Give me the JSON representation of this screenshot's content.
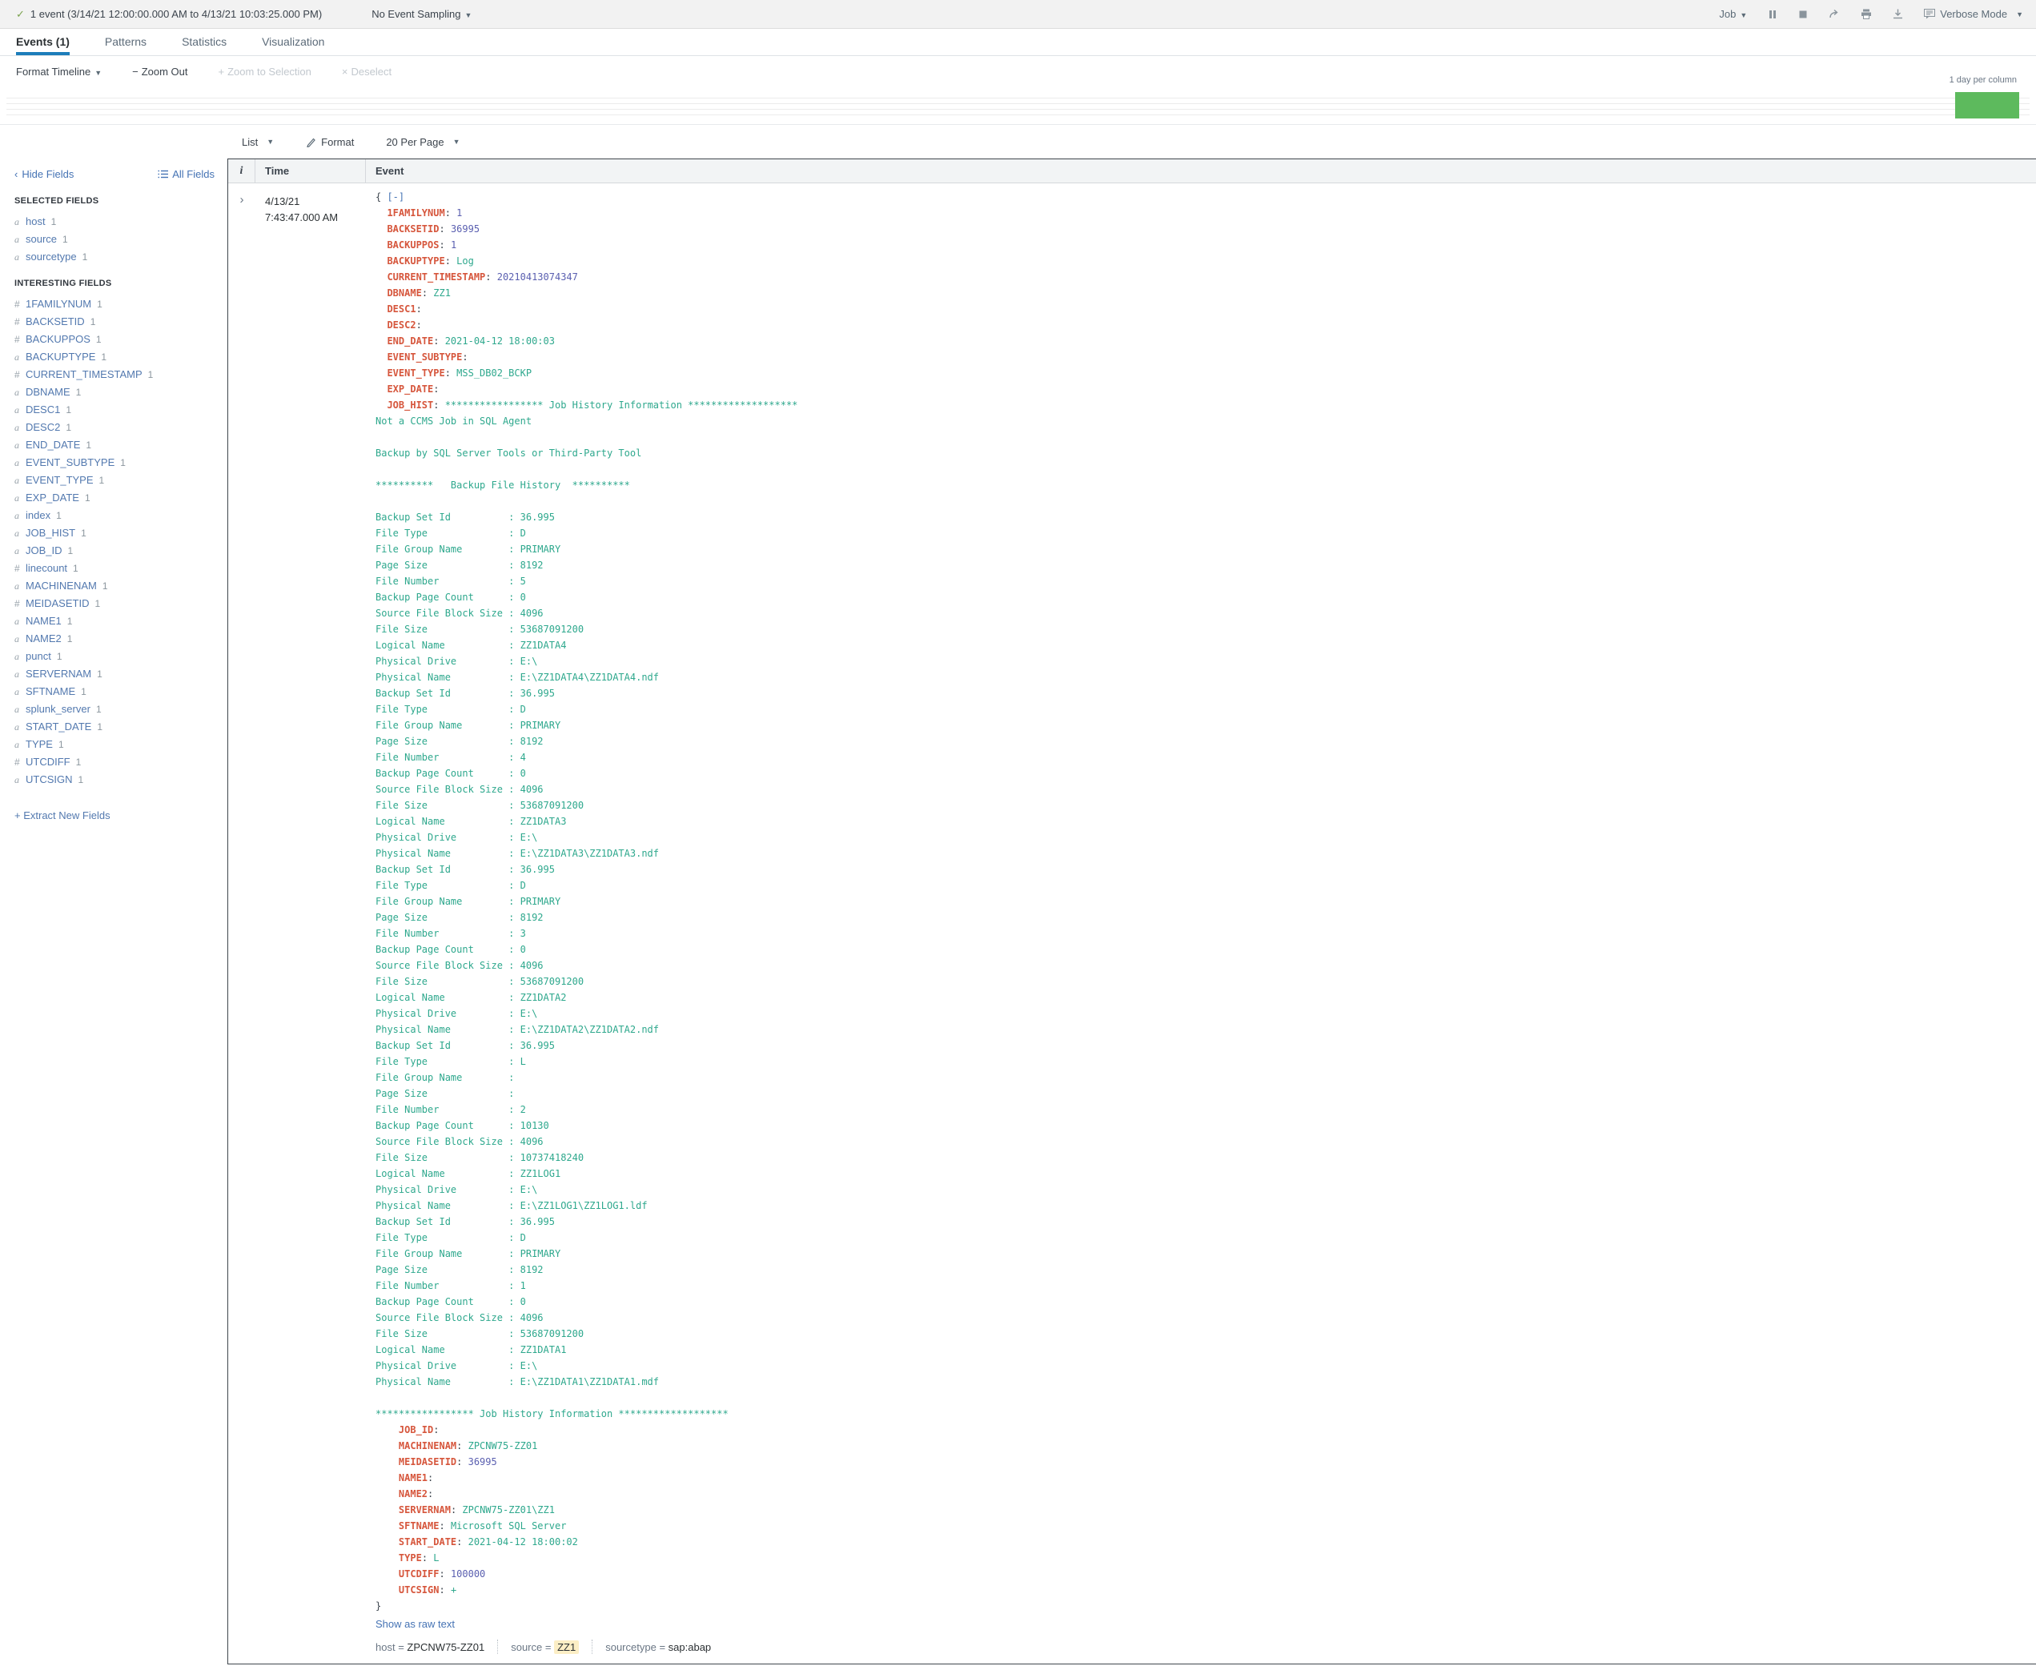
{
  "colors": {
    "accent_green": "#5dba5d",
    "tab_underline_blue": "#1c7dba",
    "json_key_red": "#d6563c",
    "json_string_teal": "#2ea88d",
    "json_number_indigo": "#5a5fb0",
    "link_blue": "#4573b4",
    "highlight_yellow": "#fceec5"
  },
  "topbar": {
    "check_icon": "✓",
    "summary": "1 event (3/14/21 12:00:00.000 AM to 4/13/21 10:03:25.000 PM)",
    "sampling": "No Event Sampling",
    "job": "Job",
    "verbose": "Verbose Mode"
  },
  "tabs": [
    {
      "label": "Events (1)",
      "active": true
    },
    {
      "label": "Patterns",
      "active": false
    },
    {
      "label": "Statistics",
      "active": false
    },
    {
      "label": "Visualization",
      "active": false
    }
  ],
  "timeline": {
    "format_timeline": "Format Timeline",
    "zoom_out": "Zoom Out",
    "zoom_to_selection": "Zoom to Selection",
    "deselect": "Deselect",
    "scale_label": "1 day per column"
  },
  "list_controls": {
    "list": "List",
    "format": "Format",
    "per_page": "20 Per Page"
  },
  "sidebar": {
    "hide_fields": "Hide Fields",
    "all_fields": "All Fields",
    "selected_heading": "SELECTED FIELDS",
    "selected": [
      {
        "type": "a",
        "name": "host",
        "count": "1"
      },
      {
        "type": "a",
        "name": "source",
        "count": "1"
      },
      {
        "type": "a",
        "name": "sourcetype",
        "count": "1"
      }
    ],
    "interesting_heading": "INTERESTING FIELDS",
    "interesting": [
      {
        "type": "#",
        "name": "1FAMILYNUM",
        "count": "1"
      },
      {
        "type": "#",
        "name": "BACKSETID",
        "count": "1"
      },
      {
        "type": "#",
        "name": "BACKUPPOS",
        "count": "1"
      },
      {
        "type": "a",
        "name": "BACKUPTYPE",
        "count": "1"
      },
      {
        "type": "#",
        "name": "CURRENT_TIMESTAMP",
        "count": "1"
      },
      {
        "type": "a",
        "name": "DBNAME",
        "count": "1"
      },
      {
        "type": "a",
        "name": "DESC1",
        "count": "1"
      },
      {
        "type": "a",
        "name": "DESC2",
        "count": "1"
      },
      {
        "type": "a",
        "name": "END_DATE",
        "count": "1"
      },
      {
        "type": "a",
        "name": "EVENT_SUBTYPE",
        "count": "1"
      },
      {
        "type": "a",
        "name": "EVENT_TYPE",
        "count": "1"
      },
      {
        "type": "a",
        "name": "EXP_DATE",
        "count": "1"
      },
      {
        "type": "a",
        "name": "index",
        "count": "1"
      },
      {
        "type": "a",
        "name": "JOB_HIST",
        "count": "1"
      },
      {
        "type": "a",
        "name": "JOB_ID",
        "count": "1"
      },
      {
        "type": "#",
        "name": "linecount",
        "count": "1"
      },
      {
        "type": "a",
        "name": "MACHINENAM",
        "count": "1"
      },
      {
        "type": "#",
        "name": "MEIDASETID",
        "count": "1"
      },
      {
        "type": "a",
        "name": "NAME1",
        "count": "1"
      },
      {
        "type": "a",
        "name": "NAME2",
        "count": "1"
      },
      {
        "type": "a",
        "name": "punct",
        "count": "1"
      },
      {
        "type": "a",
        "name": "SERVERNAM",
        "count": "1"
      },
      {
        "type": "a",
        "name": "SFTNAME",
        "count": "1"
      },
      {
        "type": "a",
        "name": "splunk_server",
        "count": "1"
      },
      {
        "type": "a",
        "name": "START_DATE",
        "count": "1"
      },
      {
        "type": "a",
        "name": "TYPE",
        "count": "1"
      },
      {
        "type": "#",
        "name": "UTCDIFF",
        "count": "1"
      },
      {
        "type": "a",
        "name": "UTCSIGN",
        "count": "1"
      }
    ],
    "extract_new_fields": "Extract New Fields"
  },
  "table": {
    "col_i": "i",
    "col_time": "Time",
    "col_event": "Event"
  },
  "event": {
    "expander": "›",
    "date": "4/13/21",
    "time": "7:43:47.000 AM",
    "open_brace": "{ ",
    "collapse_label": "[-]",
    "close_brace": "}",
    "fields1": [
      {
        "k": "1FAMILYNUM",
        "v": "1",
        "t": "num"
      },
      {
        "k": "BACKSETID",
        "v": "36995",
        "t": "num"
      },
      {
        "k": "BACKUPPOS",
        "v": "1",
        "t": "num"
      },
      {
        "k": "BACKUPTYPE",
        "v": "Log",
        "t": "str"
      },
      {
        "k": "CURRENT_TIMESTAMP",
        "v": "20210413074347",
        "t": "num"
      },
      {
        "k": "DBNAME",
        "v": "ZZ1",
        "t": "str"
      },
      {
        "k": "DESC1",
        "v": "",
        "t": "empty"
      },
      {
        "k": "DESC2",
        "v": "",
        "t": "empty"
      },
      {
        "k": "END_DATE",
        "v": "2021-04-12 18:00:03",
        "t": "str"
      },
      {
        "k": "EVENT_SUBTYPE",
        "v": "",
        "t": "empty"
      },
      {
        "k": "EVENT_TYPE",
        "v": "MSS_DB02_BCKP",
        "t": "str"
      },
      {
        "k": "EXP_DATE",
        "v": "",
        "t": "empty"
      },
      {
        "k": "JOB_HIST",
        "v": "***************** Job History Information *******************",
        "t": "str"
      }
    ],
    "body_lines": [
      "Not a CCMS Job in SQL Agent",
      "",
      "Backup by SQL Server Tools or Third-Party Tool",
      "",
      "**********   Backup File History  **********",
      "",
      "Backup Set Id          : 36.995",
      "File Type              : D",
      "File Group Name        : PRIMARY",
      "Page Size              : 8192",
      "File Number            : 5",
      "Backup Page Count      : 0",
      "Source File Block Size : 4096",
      "File Size              : 53687091200",
      "Logical Name           : ZZ1DATA4",
      "Physical Drive         : E:\\",
      "Physical Name          : E:\\ZZ1DATA4\\ZZ1DATA4.ndf",
      "Backup Set Id          : 36.995",
      "File Type              : D",
      "File Group Name        : PRIMARY",
      "Page Size              : 8192",
      "File Number            : 4",
      "Backup Page Count      : 0",
      "Source File Block Size : 4096",
      "File Size              : 53687091200",
      "Logical Name           : ZZ1DATA3",
      "Physical Drive         : E:\\",
      "Physical Name          : E:\\ZZ1DATA3\\ZZ1DATA3.ndf",
      "Backup Set Id          : 36.995",
      "File Type              : D",
      "File Group Name        : PRIMARY",
      "Page Size              : 8192",
      "File Number            : 3",
      "Backup Page Count      : 0",
      "Source File Block Size : 4096",
      "File Size              : 53687091200",
      "Logical Name           : ZZ1DATA2",
      "Physical Drive         : E:\\",
      "Physical Name          : E:\\ZZ1DATA2\\ZZ1DATA2.ndf",
      "Backup Set Id          : 36.995",
      "File Type              : L",
      "File Group Name        :",
      "Page Size              :",
      "File Number            : 2",
      "Backup Page Count      : 10130",
      "Source File Block Size : 4096",
      "File Size              : 10737418240",
      "Logical Name           : ZZ1LOG1",
      "Physical Drive         : E:\\",
      "Physical Name          : E:\\ZZ1LOG1\\ZZ1LOG1.ldf",
      "Backup Set Id          : 36.995",
      "File Type              : D",
      "File Group Name        : PRIMARY",
      "Page Size              : 8192",
      "File Number            : 1",
      "Backup Page Count      : 0",
      "Source File Block Size : 4096",
      "File Size              : 53687091200",
      "Logical Name           : ZZ1DATA1",
      "Physical Drive         : E:\\",
      "Physical Name          : E:\\ZZ1DATA1\\ZZ1DATA1.mdf",
      "",
      "***************** Job History Information *******************"
    ],
    "fields2": [
      {
        "k": "JOB_ID",
        "v": "",
        "t": "empty"
      },
      {
        "k": "MACHINENAM",
        "v": "ZPCNW75-ZZ01",
        "t": "str"
      },
      {
        "k": "MEIDASETID",
        "v": "36995",
        "t": "num"
      },
      {
        "k": "NAME1",
        "v": "",
        "t": "empty"
      },
      {
        "k": "NAME2",
        "v": "",
        "t": "empty"
      },
      {
        "k": "SERVERNAM",
        "v": "ZPCNW75-ZZ01\\ZZ1",
        "t": "str"
      },
      {
        "k": "SFTNAME",
        "v": "Microsoft SQL Server",
        "t": "str"
      },
      {
        "k": "START_DATE",
        "v": "2021-04-12 18:00:02",
        "t": "str"
      },
      {
        "k": "TYPE",
        "v": "L",
        "t": "str"
      },
      {
        "k": "UTCDIFF",
        "v": "100000",
        "t": "num"
      },
      {
        "k": "UTCSIGN",
        "v": "+",
        "t": "str"
      }
    ],
    "raw_text_link": "Show as raw text",
    "footer": {
      "eq": "=",
      "host_label": "host",
      "host": "ZPCNW75-ZZ01",
      "source_label": "source",
      "source": "ZZ1",
      "sourcetype_label": "sourcetype",
      "sourcetype": "sap:abap"
    }
  }
}
